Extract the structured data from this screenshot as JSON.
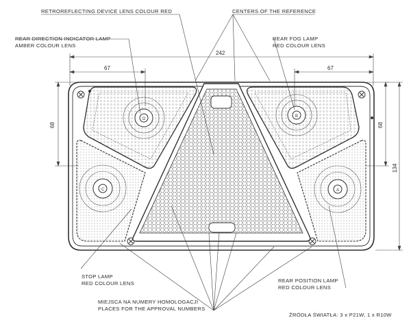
{
  "labels": {
    "retro": "RETROREFLECTING DEVICE LENS COLOUR RED",
    "centers": "CENTERS OF THE REFERENCE",
    "direction_1": "REAR DIRECTION INDICATOR LAMP",
    "direction_2": "AMBER COLOUR LENS",
    "fog_1": "REAR FOG LAMP",
    "fog_2": "RED COLOUR LENS",
    "stop_1": "STOP LAMP",
    "stop_2": "RED COLOUR LENS",
    "position_1": "REAR POSITION LAMP",
    "position_2": "RED COLOUR LENS",
    "homolog_1": "MIEJSCA NA NUMERY HOMOLOGACJI",
    "homolog_2": "PLACES FOR THE APPROVAL NUMBERS",
    "bulbs": "ŹRÓDŁA ŚWIATŁA: 3 x P21W, 1 x R10W"
  },
  "dimensions": {
    "overall_width": "242",
    "left_lamp_width": "67",
    "right_lamp_width": "67",
    "lamp_height": "68",
    "overall_height": "134"
  },
  "colors": {
    "line": "#2f2f2f",
    "fill": "#ffffff"
  }
}
